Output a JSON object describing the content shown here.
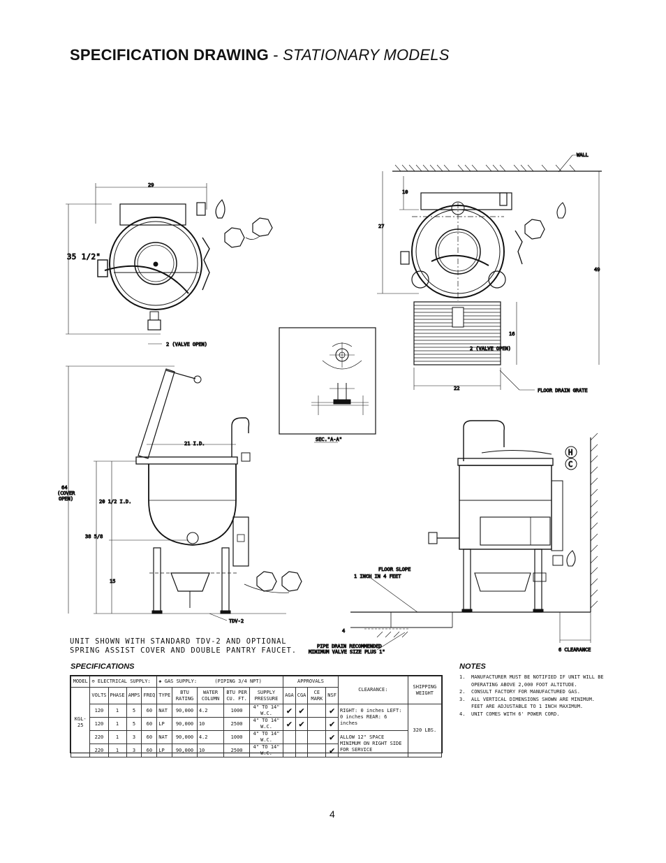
{
  "header": {
    "title_bold": "SPECIFICATION DRAWING",
    "title_sep": " - ",
    "title_italic": "STATIONARY MODELS"
  },
  "drawing": {
    "wall": "WALL",
    "d29": "29",
    "d35": "35 1/2\"",
    "valve_open": "2 (VALVE OPEN)",
    "d10": "10",
    "d27": "27",
    "d49": "49",
    "d16": "16",
    "d22": "22",
    "valve_open_2": "2 (VALVE OPEN)",
    "floor_drain": "FLOOR DRAIN GRATE",
    "section": "SEC.\"A-A\"",
    "d21": "21 I.D.",
    "d64a": "64",
    "d64b": "(COVER",
    "d64c": "OPEN)",
    "d20": "20 1/2 I.D.",
    "d38": "38 5/8",
    "d15": "15",
    "tdv": "TDV-2",
    "floor_slope_1": "FLOOR SLOPE",
    "floor_slope_2": "1 INCH IN 4 FEET",
    "pipe_drain_1": "PIPE DRAIN RECOMMENDED",
    "pipe_drain_2": "MINIMUM VALVE SIZE PLUS 1\"",
    "d4": "4",
    "d6c": "6 CLEARANCE",
    "hot": "H",
    "cold": "C"
  },
  "caption": {
    "line1": "UNIT SHOWN WITH STANDARD TDV-2 AND OPTIONAL",
    "line2": "SPRING ASSIST COVER AND DOUBLE PANTRY FAUCET."
  },
  "specifications": {
    "heading": "SPECIFICATIONS",
    "h_model": "MODEL",
    "h_electrical": "ELECTRICAL SUPPLY:",
    "h_gas": "GAS SUPPLY:",
    "h_piping": "(PIPING 3/4 NPT)",
    "h_approvals": "APPROVALS",
    "h_clearance": "CLEARANCE:",
    "h_shipping": "SHIPPING WEIGHT",
    "cols": [
      "VOLTS",
      "PHASE",
      "AMPS",
      "FREQ",
      "TYPE",
      "BTU RATING",
      "WATER COLUMN",
      "BTU PER CU. FT.",
      "SUPPLY PRESSURE",
      "AGA",
      "CGA",
      "CE MARK",
      "NSF"
    ],
    "model": "KGL-25",
    "rows": [
      [
        "120",
        "1",
        "5",
        "60",
        "NAT",
        "90,000",
        "4.2",
        "1000",
        "4\" TO 14\" W.C."
      ],
      [
        "120",
        "1",
        "5",
        "60",
        "LP",
        "90,000",
        "10",
        "2500",
        "4\" TO 14\" W.C."
      ],
      [
        "220",
        "1",
        "3",
        "60",
        "NAT",
        "90,000",
        "4.2",
        "1000",
        "4\" TO 14\" W.C."
      ],
      [
        "220",
        "1",
        "3",
        "60",
        "LP",
        "90,000",
        "10",
        "2500",
        "4\" TO 14\" W.C."
      ]
    ],
    "clearance_a": "RIGHT: 0 inches LEFT: 0 inches REAR: 6 inches",
    "clearance_b": "ALLOW 12\" SPACE MINIMUM ON RIGHT SIDE FOR SERVICE",
    "shipping": "320 LBS."
  },
  "notes": {
    "heading": "NOTES",
    "items": [
      {
        "num": "1.",
        "text": "MANUFACTURER MUST BE NOTIFIED IF UNIT WILL BE OPERATING ABOVE 2,000 FOOT ALTITUDE."
      },
      {
        "num": "2.",
        "text": "CONSULT FACTORY FOR MANUFACTURED GAS."
      },
      {
        "num": "3.",
        "text": "ALL VERTICAL DIMENSIONS SHOWN ARE MINIMUM. FEET ARE ADJUSTABLE TO 1 INCH MAXIMUM."
      },
      {
        "num": "4.",
        "text": "UNIT COMES WITH 6' POWER CORD."
      }
    ]
  },
  "page_number": "4"
}
